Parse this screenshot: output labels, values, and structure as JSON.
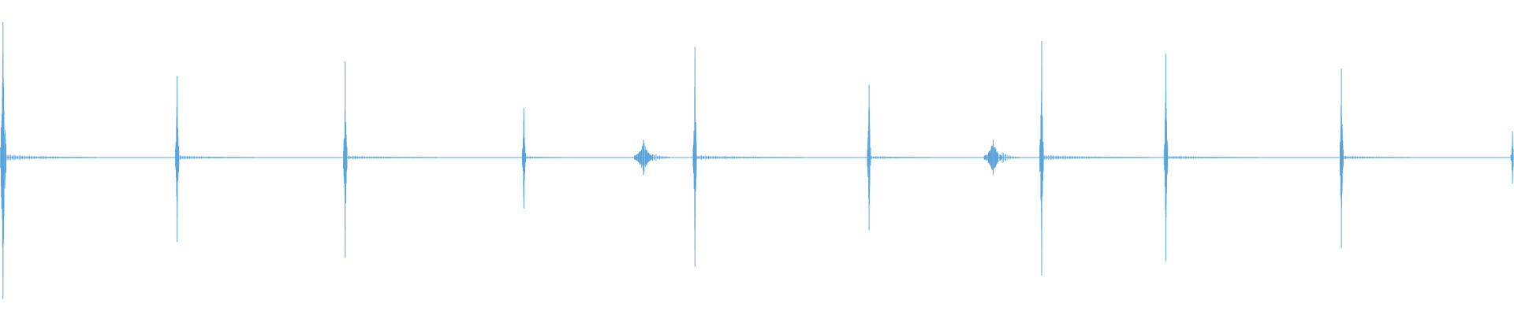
{
  "colors": {
    "waveform": "#5aa5dc",
    "background": "#ffffff"
  },
  "chart_data": {
    "type": "waveform",
    "title": "",
    "xlabel": "",
    "ylabel": "",
    "x_range": [
      0,
      1
    ],
    "y_range": [
      -1,
      1
    ],
    "grid": false,
    "legend": "none",
    "series": [
      {
        "events": [
          {
            "t": 0.002,
            "amp_up": 0.93,
            "amp_down": 0.97,
            "spread": 0.002,
            "tail_len": 0.06,
            "tail_amp": 0.02
          },
          {
            "t": 0.117,
            "amp_up": 0.56,
            "amp_down": 0.58,
            "spread": 0.0012,
            "tail_len": 0.05,
            "tail_amp": 0.012
          },
          {
            "t": 0.228,
            "amp_up": 0.66,
            "amp_down": 0.69,
            "spread": 0.0012,
            "tail_len": 0.06,
            "tail_amp": 0.012
          },
          {
            "t": 0.346,
            "amp_up": 0.34,
            "amp_down": 0.35,
            "spread": 0.0012,
            "tail_len": 0.025,
            "tail_amp": 0.008
          },
          {
            "t": 0.425,
            "amp_up": 0.12,
            "amp_down": 0.12,
            "spread": 0.006,
            "tail_len": 0.012,
            "tail_amp": 0.04
          },
          {
            "t": 0.459,
            "amp_up": 0.76,
            "amp_down": 0.75,
            "spread": 0.0012,
            "tail_len": 0.07,
            "tail_amp": 0.014
          },
          {
            "t": 0.574,
            "amp_up": 0.5,
            "amp_down": 0.5,
            "spread": 0.0012,
            "tail_len": 0.04,
            "tail_amp": 0.01
          },
          {
            "t": 0.656,
            "amp_up": 0.12,
            "amp_down": 0.12,
            "spread": 0.006,
            "tail_len": 0.012,
            "tail_amp": 0.04
          },
          {
            "t": 0.688,
            "amp_up": 0.8,
            "amp_down": 0.81,
            "spread": 0.0012,
            "tail_len": 0.07,
            "tail_amp": 0.018
          },
          {
            "t": 0.77,
            "amp_up": 0.71,
            "amp_down": 0.71,
            "spread": 0.0012,
            "tail_len": 0.06,
            "tail_amp": 0.012
          },
          {
            "t": 0.886,
            "amp_up": 0.61,
            "amp_down": 0.62,
            "spread": 0.0012,
            "tail_len": 0.045,
            "tail_amp": 0.01
          },
          {
            "t": 0.999,
            "amp_up": 0.18,
            "amp_down": 0.18,
            "spread": 0.0008,
            "tail_len": 0.0,
            "tail_amp": 0.0
          }
        ]
      }
    ]
  }
}
